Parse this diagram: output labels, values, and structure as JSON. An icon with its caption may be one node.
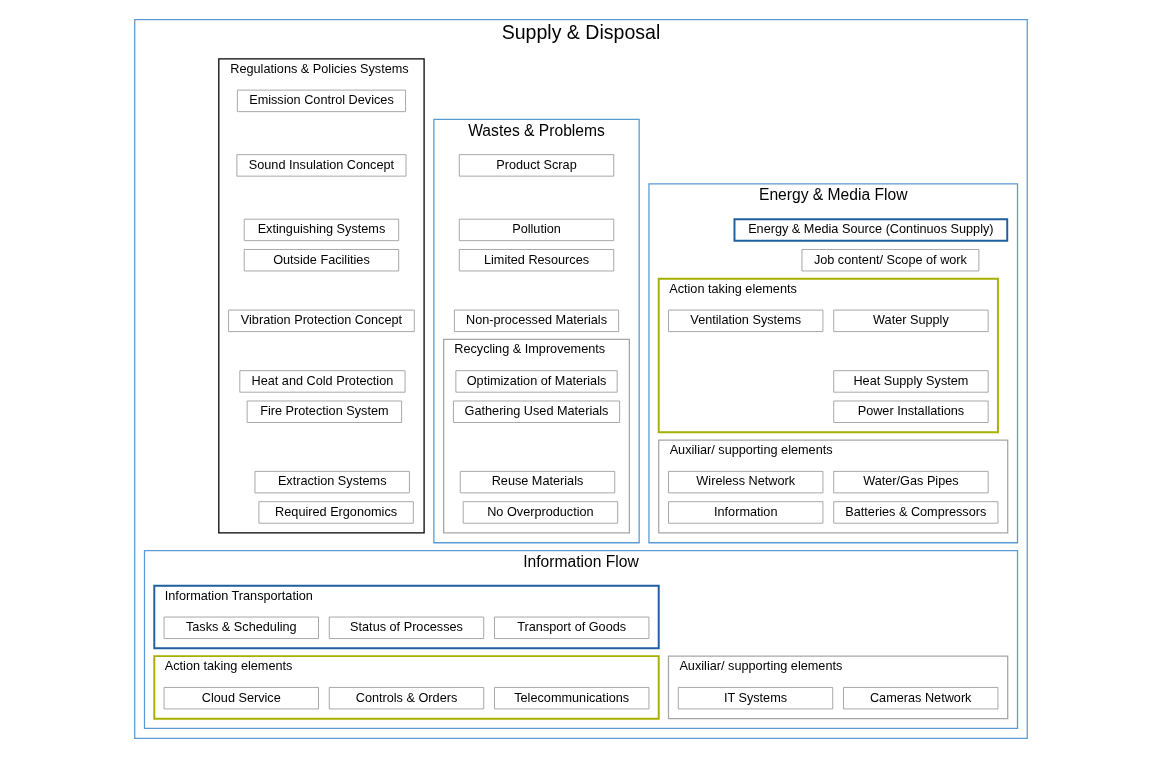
{
  "diagram": {
    "nodes": [
      {
        "text": [
          "Supply & Disposal"
        ]
      },
      {
        "text": [
          "Energy & Media Flow"
        ],
        "in": 0
      },
      {
        "text": [
          "Energy & Media Source (Continuos Supply)"
        ],
        "in": 1
      },
      {
        "text": [
          "Job content/ Scope of work"
        ],
        "in": 1
      },
      {
        "text": [
          "Action taking elements"
        ],
        "in": 1
      },
      {
        "text": [
          "Water Supply"
        ],
        "in": 4
      },
      {
        "text": [
          "Ventilation Systems"
        ],
        "in": 4
      },
      {
        "text": [
          "Heat Supply System"
        ],
        "in": 4
      },
      {
        "text": [
          "Power Installations"
        ],
        "in": 4
      },
      {
        "text": [
          "Auxiliar/ supporting elements"
        ],
        "in": 1
      },
      {
        "text": [
          "Water/Gas Pipes"
        ],
        "in": 9
      },
      {
        "text": [
          "Wireless Network"
        ],
        "in": 9
      },
      {
        "text": [
          "Information"
        ],
        "in": 9
      },
      {
        "text": [
          "Batteries & Compressors"
        ],
        "in": 9
      },
      {
        "text": [
          "Wastes & Problems"
        ],
        "in": 0
      },
      {
        "text": [
          "Product Scrap"
        ],
        "in": 14
      },
      {
        "text": [
          "Pollution"
        ],
        "in": 14
      },
      {
        "text": [
          "Limited Resources"
        ],
        "in": 14
      },
      {
        "text": [
          "Non-processed Materials"
        ],
        "in": 14
      },
      {
        "text": [
          "Recycling & Improvements"
        ],
        "in": 14
      },
      {
        "text": [
          "Optimization of Materials"
        ],
        "in": 19
      },
      {
        "text": [
          "Gathering Used Materials"
        ],
        "in": 19
      },
      {
        "text": [
          "Reuse Materials"
        ],
        "in": 19
      },
      {
        "text": [
          "No Overproduction"
        ],
        "in": 19
      },
      {
        "text": [
          "Regulations & Policies Systems"
        ],
        "in": 0
      },
      {
        "text": [
          "Emission Control Devices"
        ],
        "in": 24
      },
      {
        "text": [
          "Sound Insulation Concept"
        ],
        "in": 24
      },
      {
        "text": [
          "Extinguishing Systems"
        ],
        "in": 24
      },
      {
        "text": [
          "Outside Facilities"
        ],
        "in": 24
      },
      {
        "text": [
          "Vibration Protection Concept"
        ],
        "in": 24
      },
      {
        "text": [
          "Heat and Cold Protection"
        ],
        "in": 24
      },
      {
        "text": [
          "Fire Protection System"
        ],
        "in": 24
      },
      {
        "text": [
          "Extraction Systems"
        ],
        "in": 24
      },
      {
        "text": [
          "Required Ergonomics"
        ],
        "in": 24
      },
      {
        "text": [
          "Information Flow"
        ],
        "in": 0
      },
      {
        "text": [
          "Information Transportation"
        ],
        "in": 34
      },
      {
        "text": [
          "Transport of Goods"
        ],
        "in": 35
      },
      {
        "text": [
          "Status of Processes"
        ],
        "in": 35
      },
      {
        "text": [
          "Tasks & Scheduling"
        ],
        "in": 35
      },
      {
        "text": [
          "Action taking elements"
        ],
        "in": 34
      },
      {
        "text": [
          "Telecommunications"
        ],
        "in": 39
      },
      {
        "text": [
          "Controls & Orders"
        ],
        "in": 39
      },
      {
        "text": [
          "Cloud Service"
        ],
        "in": 39
      },
      {
        "text": [
          "Auxiliar/ supporting elements"
        ],
        "in": 34
      },
      {
        "text": [
          "Cameras Network"
        ],
        "in": 43
      },
      {
        "text": [
          "IT Systems"
        ],
        "in": 43
      }
    ]
  }
}
